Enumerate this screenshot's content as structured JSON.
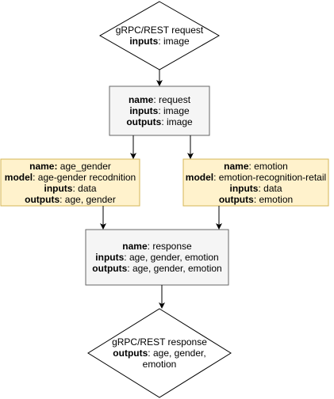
{
  "colors": {
    "process_fill": "#f5f5f5",
    "process_stroke": "#666666",
    "model_fill": "#fff2cc",
    "model_stroke": "#d6b656",
    "decision_fill": "#ffffff",
    "stroke": "#000000"
  },
  "nodes": {
    "input": {
      "title": "gRPC/REST request",
      "inputs_key": "inputs",
      "inputs_val": ": image"
    },
    "request": {
      "name_key": "name",
      "name_val": ": request",
      "inputs_key": "inputs",
      "inputs_val": ": image",
      "outputs_key": "outputs",
      "outputs_val": ": image"
    },
    "age_gender": {
      "name_key": "name:",
      "name_val": " age_gender",
      "model_key": "model",
      "model_val": ": age-gender recodnition",
      "inputs_key": "inputs",
      "inputs_val": ": data",
      "outputs_key": "outputs",
      "outputs_val": ": age, gender"
    },
    "emotion": {
      "name_key": "name",
      "name_val": ": emotion",
      "model_key": "model",
      "model_val": ": emotion-recognition-retail",
      "inputs_key": "inputs",
      "inputs_val": ": data",
      "outputs_key": "outputs",
      "outputs_val": ": emotion"
    },
    "response": {
      "name_key": "name",
      "name_val": ": response",
      "inputs_key": "inputs",
      "inputs_val": ": age, gender, emotion",
      "outputs_key": "outputs",
      "outputs_val": ": age, gender, emotion"
    },
    "output": {
      "title": "gRPC/REST response",
      "outputs_key": "outputs",
      "outputs_val": ": age, gender, emotion"
    }
  }
}
